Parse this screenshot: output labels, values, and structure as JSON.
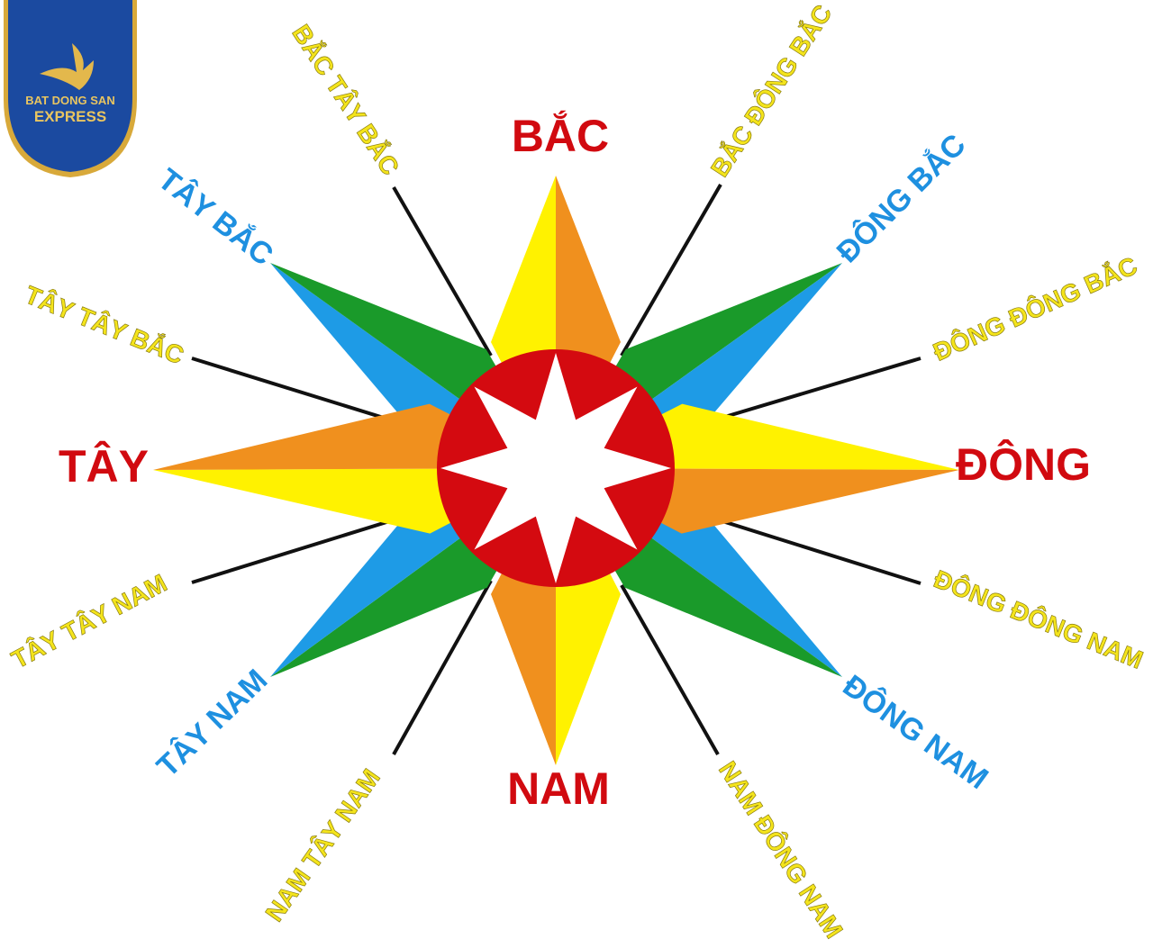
{
  "logo": {
    "line1": "BAT DONG SAN",
    "line2": "EXPRESS"
  },
  "colors": {
    "yellow": "#fff200",
    "orange": "#f0901e",
    "blue": "#1e9be6",
    "green": "#1a9a2a",
    "red": "#d40a10"
  },
  "labels": {
    "north": "BẮC",
    "south": "NAM",
    "east": "ĐÔNG",
    "west": "TÂY",
    "northeast": "ĐÔNG BẮC",
    "northwest": "TÂY BẮC",
    "southeast": "ĐÔNG NAM",
    "southwest": "TÂY NAM",
    "nnw": "BẮC TÂY BẮC",
    "nne": "BẮC ĐÔNG BẮC",
    "wnw": "TÂY TÂY BẮC",
    "ene": "ĐÔNG ĐÔNG BẮC",
    "wsw": "TÂY TÂY NAM",
    "ese": "ĐÔNG ĐÔNG NAM",
    "ssw": "NAM TÂY NAM",
    "sse": "NAM ĐÔNG NAM"
  }
}
